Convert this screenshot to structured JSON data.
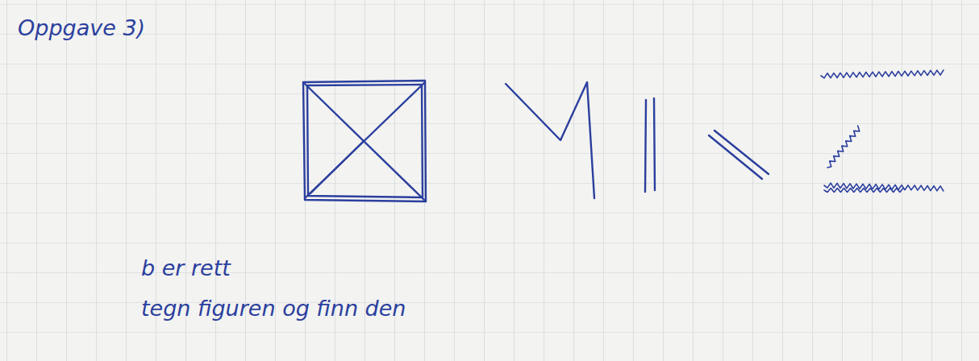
{
  "diagram": {
    "labels": [
      "Oppgave 3)",
      "b er rett",
      "tegn figuren og finn den"
    ]
  }
}
